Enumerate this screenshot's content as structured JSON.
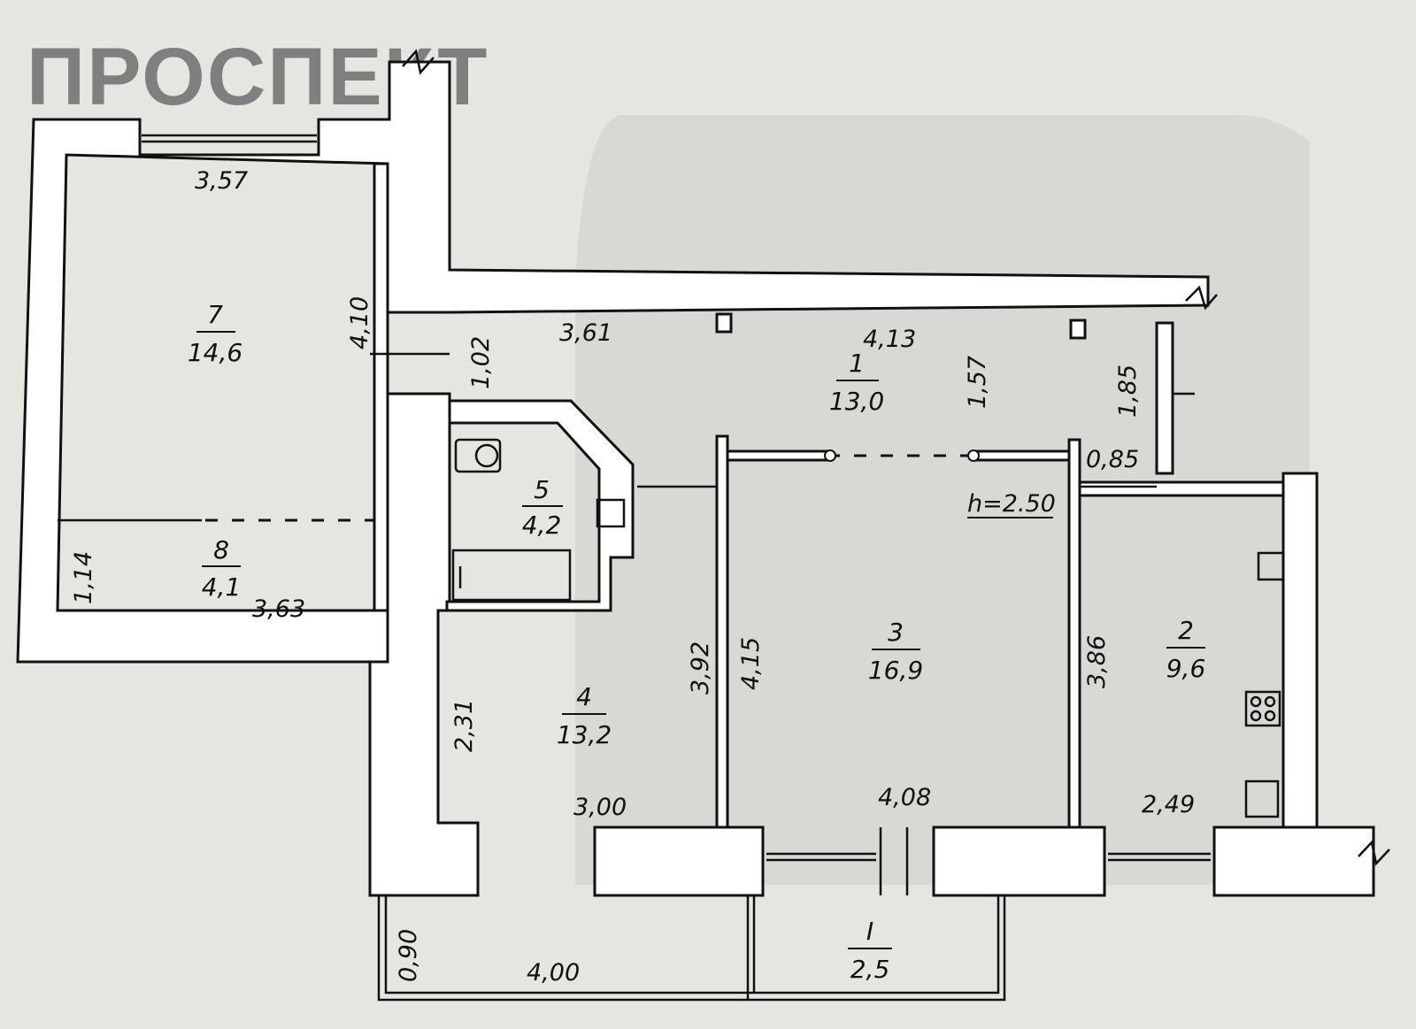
{
  "brand": "ПРОСПЕКТ",
  "height_note": "h=2.50",
  "rooms": [
    {
      "number": "1",
      "area": "13,0"
    },
    {
      "number": "2",
      "area": "9,6"
    },
    {
      "number": "3",
      "area": "16,9"
    },
    {
      "number": "4",
      "area": "13,2"
    },
    {
      "number": "5",
      "area": "4,2"
    },
    {
      "number": "7",
      "area": "14,6"
    },
    {
      "number": "8",
      "area": "4,1"
    },
    {
      "number": "I",
      "area": "2,5"
    }
  ],
  "dimensions": {
    "d357": "3,57",
    "d410": "4,10",
    "d102": "1,02",
    "d361": "3,61",
    "d413": "4,13",
    "d157": "1,57",
    "d185": "1,85",
    "d085": "0,85",
    "d114": "1,14",
    "d363": "3,63",
    "d392": "3,92",
    "d415": "4,15",
    "d386": "3,86",
    "d231": "2,31",
    "d300": "3,00",
    "d408": "4,08",
    "d249": "2,49",
    "d090": "0,90",
    "d400": "4,00"
  },
  "colors": {
    "background": "#d9d8d6",
    "wall": "#ffffff",
    "line": "#111111",
    "brand": "#7f7f7f"
  }
}
